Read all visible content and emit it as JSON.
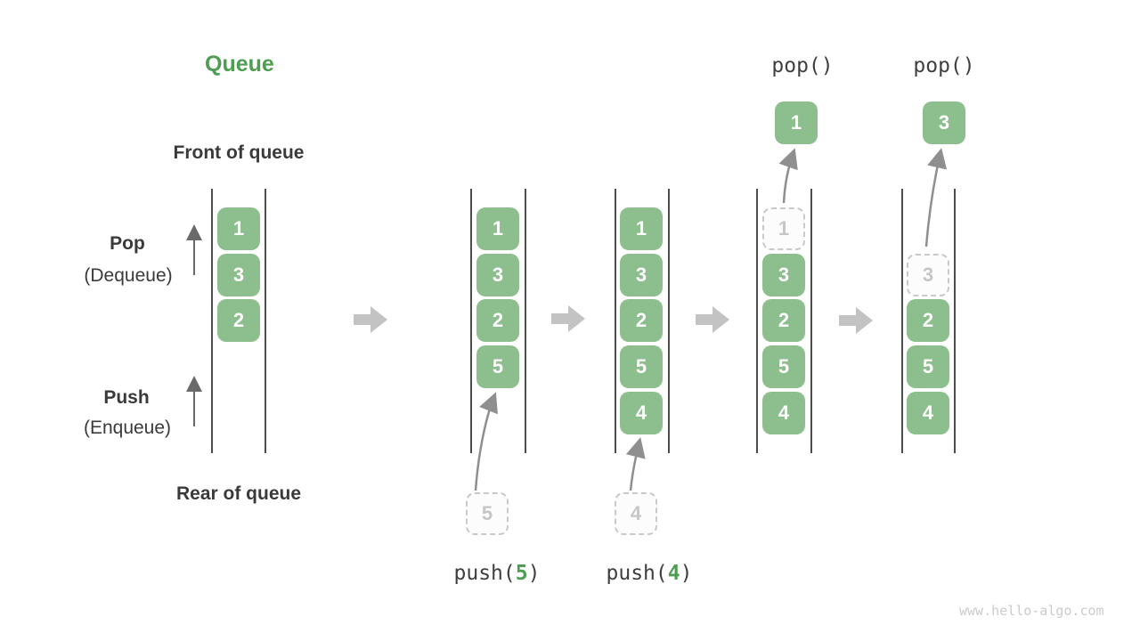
{
  "title": "Queue",
  "watermark": "www.hello-algo.com",
  "side_labels": {
    "front": "Front of queue",
    "rear": "Rear of queue",
    "pop": "Pop",
    "pop_sub": "(Dequeue)",
    "push": "Push",
    "push_sub": "(Enqueue)"
  },
  "colors": {
    "accent_green": "#4d9e50",
    "box_green": "#8dbe8d",
    "block_arrow_gray": "#c3c3c3",
    "dashed_gray": "#c9c9c9",
    "curve_arrow_gray": "#8f8f8f",
    "text_dark": "#3a3a3a",
    "rail_dark": "#4d4d4d",
    "watermark_gray": "#cbcbcb"
  },
  "columns": [
    {
      "state": "initial",
      "slots": [
        {
          "value": "1"
        },
        {
          "value": "3"
        },
        {
          "value": "2"
        }
      ]
    },
    {
      "state": "after-push-5",
      "slots": [
        {
          "value": "1"
        },
        {
          "value": "3"
        },
        {
          "value": "2"
        },
        {
          "value": "5"
        }
      ]
    },
    {
      "state": "after-push-4",
      "slots": [
        {
          "value": "1"
        },
        {
          "value": "3"
        },
        {
          "value": "2"
        },
        {
          "value": "5"
        },
        {
          "value": "4"
        }
      ]
    },
    {
      "state": "popping-1",
      "slots": [
        {
          "value": "1",
          "dashed": true
        },
        {
          "value": "3"
        },
        {
          "value": "2"
        },
        {
          "value": "5"
        },
        {
          "value": "4"
        }
      ]
    },
    {
      "state": "popping-3",
      "slots": [
        {
          "value": "3",
          "dashed": true
        },
        {
          "value": "2"
        },
        {
          "value": "5"
        },
        {
          "value": "4"
        }
      ]
    }
  ],
  "pushes": [
    {
      "call_prefix": "push(",
      "arg": "5",
      "call_suffix": ")",
      "ghost": "5"
    },
    {
      "call_prefix": "push(",
      "arg": "4",
      "call_suffix": ")",
      "ghost": "4"
    }
  ],
  "pops": [
    {
      "label": "pop()",
      "value": "1"
    },
    {
      "label": "pop()",
      "value": "3"
    }
  ]
}
